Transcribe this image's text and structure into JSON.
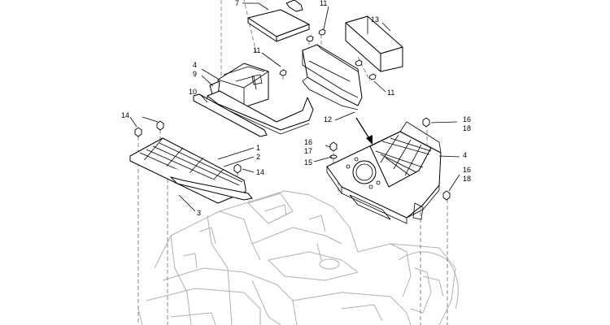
{
  "callouts": {
    "c7": "7",
    "c11a": "11",
    "c13": "13",
    "c4a": "4",
    "c9": "9",
    "c11b": "11",
    "c10": "10",
    "c11c": "11",
    "c12": "12",
    "c14a": "14",
    "c1": "1",
    "c2": "2",
    "c14b": "14",
    "c3": "3",
    "c16a": "16",
    "c18a": "18",
    "c16b": "16",
    "c17": "17",
    "c15": "15",
    "c4b": "4",
    "c16c": "16",
    "c18b": "18"
  }
}
